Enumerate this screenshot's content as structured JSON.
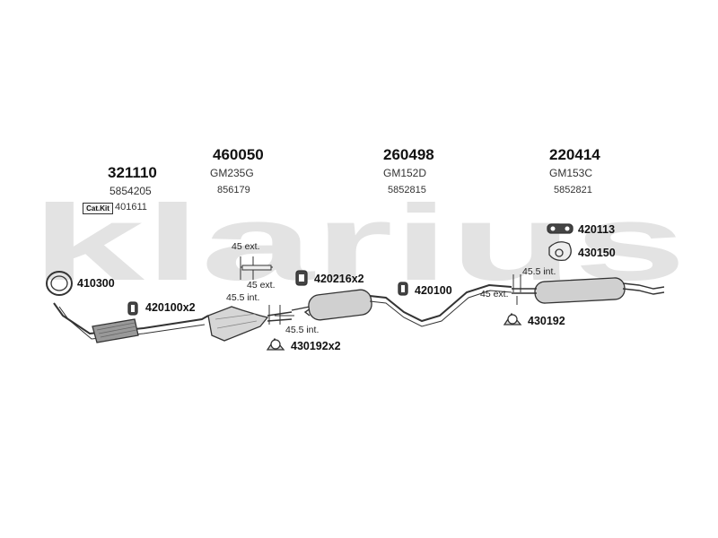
{
  "watermark": {
    "text": "klarius",
    "color": "#e3e3e3"
  },
  "parts": [
    {
      "number": "321110",
      "ref1": "5854205"
    },
    {
      "number": "460050",
      "ref1": "GM235G",
      "ref2": "856179"
    },
    {
      "number": "260498",
      "ref1": "GM152D",
      "ref2": "5852815"
    },
    {
      "number": "220414",
      "ref1": "GM153C",
      "ref2": "5852821"
    }
  ],
  "cat_kit": {
    "label": "Cat.Kit",
    "number": "401611"
  },
  "accessories": {
    "a410300": "410300",
    "a420100x2": "420100x2",
    "a420216x2": "420216x2",
    "a420100": "420100",
    "a430192x2": "430192x2",
    "a430192": "430192",
    "a420113": "420113",
    "a430150": "430150"
  },
  "dimensions": {
    "d1": "45 ext.",
    "d2": "45 ext.",
    "d3": "45.5 int.",
    "d4": "45.5 int.",
    "d5": "45.5 int.",
    "d6": "45 ext."
  }
}
